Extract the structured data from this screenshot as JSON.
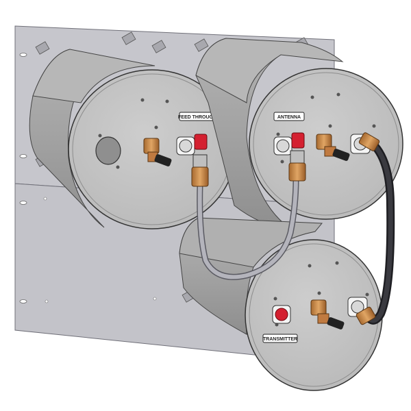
{
  "labels": {
    "feed_through": "FEED THROUGH",
    "antenna": "ANTENNA",
    "transmitter": "TRANSMITTER"
  },
  "colors": {
    "panel": "#c6c6cc",
    "can_body": "#a5a5a5",
    "can_face": "#c4c4c4",
    "brass": "#c8844a",
    "red_cap": "#d42030",
    "cable_gray": "#9a9aa2",
    "cable_black": "#2b2b2e"
  }
}
